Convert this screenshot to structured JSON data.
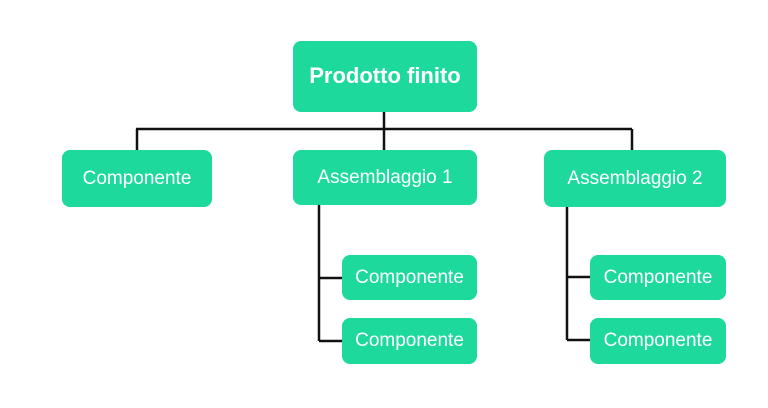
{
  "colors": {
    "node_fill": "#1dd99c",
    "node_text": "#ffffff",
    "connector": "#111111"
  },
  "root": {
    "label": "Prodotto finito"
  },
  "level1": [
    {
      "label": "Componente"
    },
    {
      "label": "Assemblaggio 1"
    },
    {
      "label": "Assemblaggio 2"
    }
  ],
  "assembly1_children": [
    {
      "label": "Componente"
    },
    {
      "label": "Componente"
    }
  ],
  "assembly2_children": [
    {
      "label": "Componente"
    },
    {
      "label": "Componente"
    }
  ]
}
